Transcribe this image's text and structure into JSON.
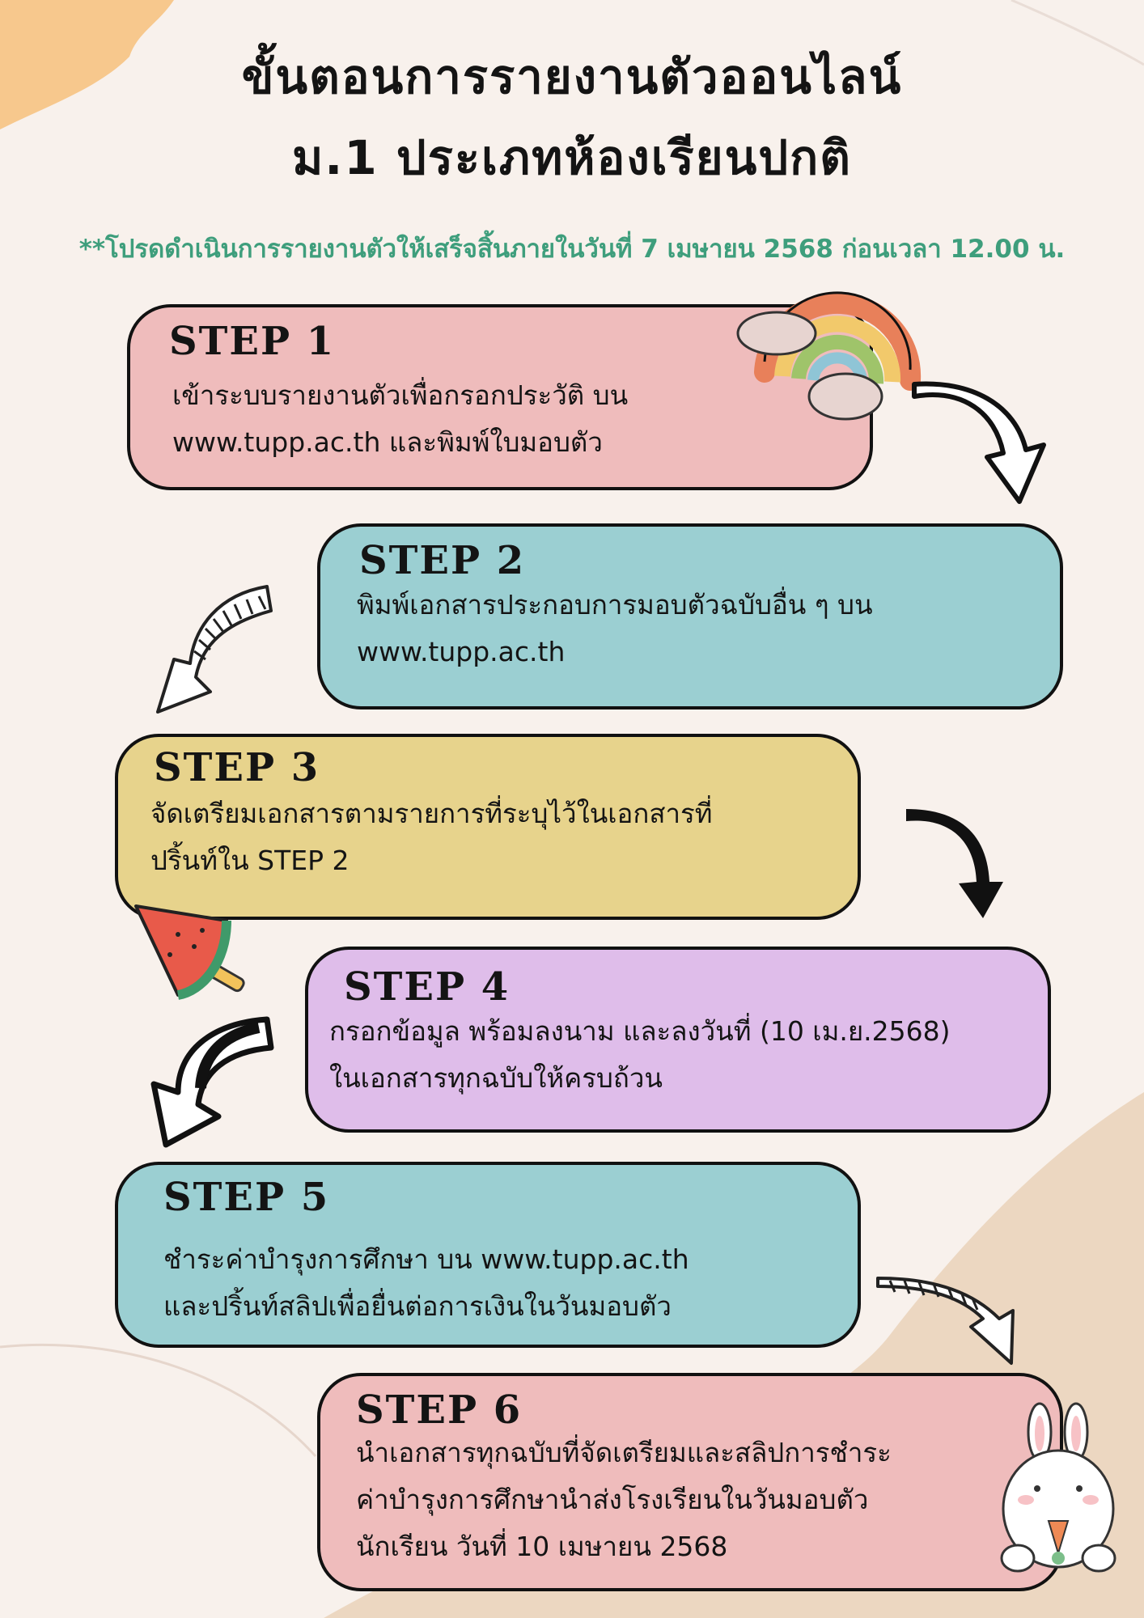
{
  "title_line1": "ขั้นตอนการรายงานตัวออนไลน์",
  "title_line2": "ม.1 ประเภทห้องเรียนปกติ",
  "notice": "**โปรดดำเนินการรายงานตัวให้เสร็จสิ้นภายในวันที่ 7 เมษายน 2568 ก่อนเวลา 12.00 น.",
  "steps": [
    {
      "label": "STEP 1",
      "lines": [
        "เข้าระบบรายงานตัวเพื่อกรอกประวัติ บน",
        "www.tupp.ac.th และพิมพ์ใบมอบตัว"
      ],
      "color": "#efbcbc"
    },
    {
      "label": "STEP 2",
      "lines": [
        "พิมพ์เอกสารประกอบการมอบตัวฉบับอื่น ๆ บน",
        "www.tupp.ac.th"
      ],
      "color": "#9bcfd2"
    },
    {
      "label": "STEP 3",
      "lines": [
        "จัดเตรียมเอกสารตามรายการที่ระบุไว้ในเอกสารที่",
        "ปริ้นท์ใน STEP 2"
      ],
      "color": "#e7d38c"
    },
    {
      "label": "STEP 4",
      "lines": [
        "กรอกข้อมูล พร้อมลงนาม และลงวันที่ (10 เม.ย.2568)",
        "ในเอกสารทุกฉบับให้ครบถ้วน"
      ],
      "color": "#dfbdea"
    },
    {
      "label": "STEP 5",
      "lines": [
        "ชำระค่าบำรุงการศึกษา บน www.tupp.ac.th",
        "และปริ้นท์สลิปเพื่อยื่นต่อการเงินในวันมอบตัว"
      ],
      "color": "#9bcfd2"
    },
    {
      "label": "STEP 6",
      "lines": [
        "นำเอกสารทุกฉบับที่จัดเตรียมและสลิปการชำระ",
        "ค่าบำรุงการศึกษานำส่งโรงเรียนในวันมอบตัว",
        "นักเรียน วันที่ 10 เมษายน 2568"
      ],
      "color": "#efbcbc"
    }
  ],
  "colors": {
    "background": "#f8f1ec",
    "notice": "#3e9e7c",
    "accent_orange": "#f7c88d",
    "sand": "#ecd7c1"
  }
}
